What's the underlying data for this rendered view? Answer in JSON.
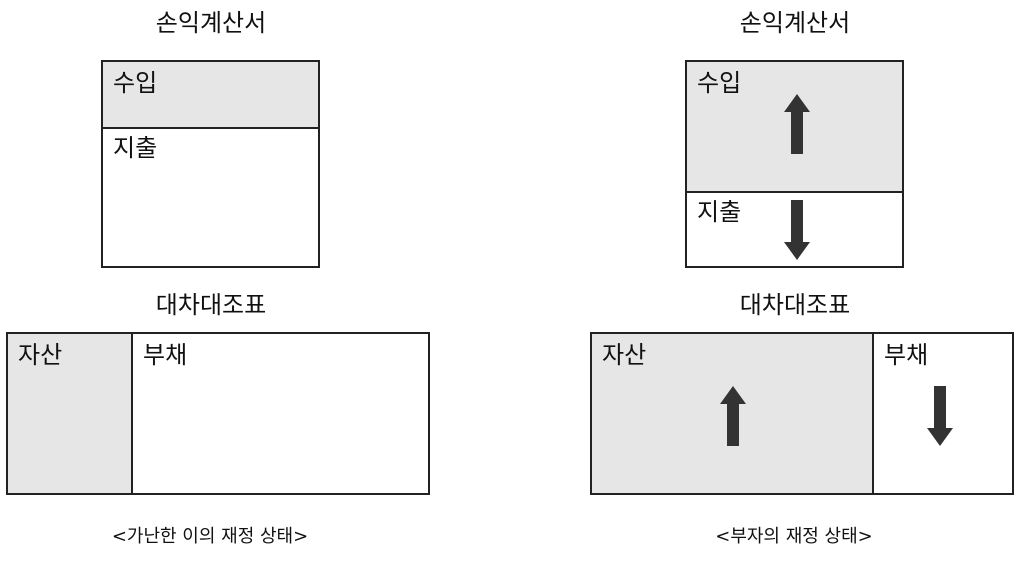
{
  "left": {
    "income_statement": {
      "title": "손익계산서",
      "revenue": "수입",
      "expense": "지출"
    },
    "balance_sheet": {
      "title": "대차대조표",
      "assets": "자산",
      "liabilities": "부채"
    },
    "caption": "<가난한 이의 재정 상태>"
  },
  "right": {
    "income_statement": {
      "title": "손익계산서",
      "revenue": "수입",
      "expense": "지출"
    },
    "balance_sheet": {
      "title": "대차대조표",
      "assets": "자산",
      "liabilities": "부채"
    },
    "caption": "<부자의 재정 상태>"
  },
  "colors": {
    "highlight": "#e6e6e6",
    "border": "#222222",
    "arrow": "#333333"
  },
  "icons": {
    "increase": "arrow-up-icon",
    "decrease": "arrow-down-icon"
  }
}
